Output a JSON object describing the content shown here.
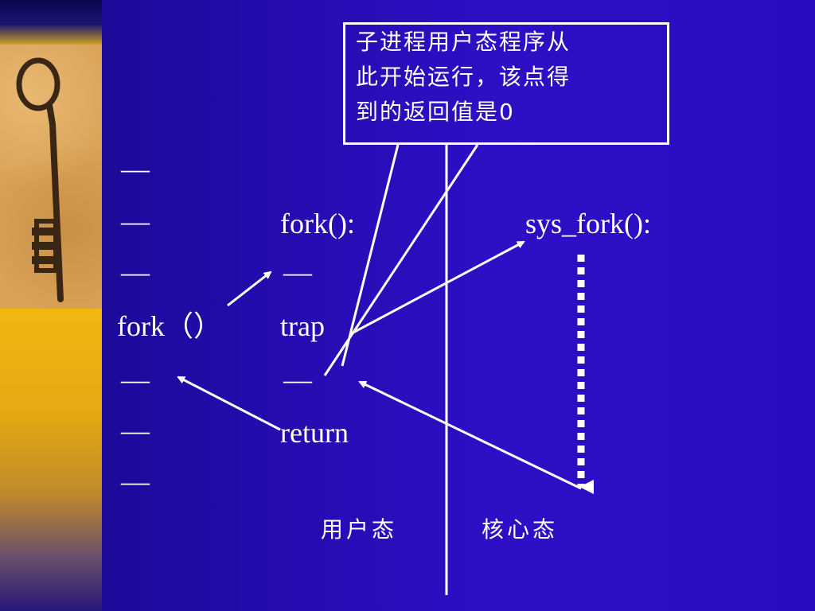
{
  "user_column": [
    "—",
    "—",
    "—",
    "fork（）",
    "—",
    "—",
    "—"
  ],
  "middle_column": [
    "fork():",
    "—",
    "trap",
    "—",
    "return"
  ],
  "kernel_label": "sys_fork():",
  "callout_lines": [
    "子进程用户态程序从",
    "此开始运行，该点得",
    "到的返回值是0"
  ],
  "mode_labels": {
    "user": "用户态",
    "kernel": "核心态"
  },
  "colors": {
    "background": "#2a0cc0",
    "sidebar": "#f0b810",
    "text": "#ffffff"
  }
}
